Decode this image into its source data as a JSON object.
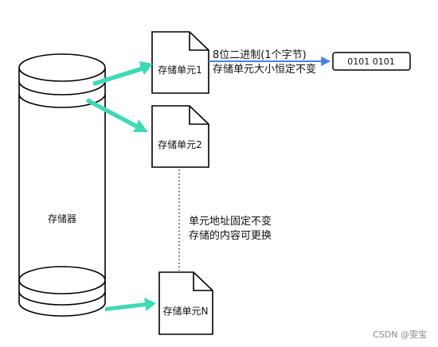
{
  "storage": {
    "label": "存储器"
  },
  "cells": [
    {
      "label": "存储单元1"
    },
    {
      "label": "存储单元2"
    },
    {
      "label": "存储单元N"
    }
  ],
  "bits_note": {
    "line1": "8位二进制(1个字节)",
    "line2": "存储单元大小恒定不变"
  },
  "byte_box": {
    "value": "0101 0101"
  },
  "address_note": {
    "line1": "单元地址固定不变",
    "line2": "存储的内容可更换"
  },
  "watermark": "CSDN @雯宝",
  "colors": {
    "arrow": "#3fd9b4",
    "blue_arrow": "#4a7df0",
    "stroke": "#000000"
  }
}
